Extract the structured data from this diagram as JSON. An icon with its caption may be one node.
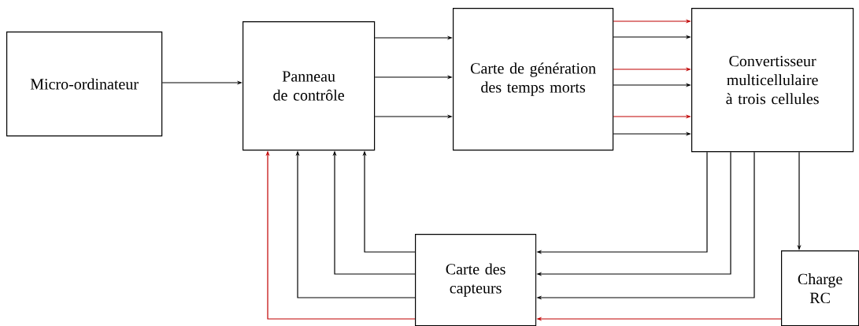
{
  "diagram": {
    "nodes": [
      {
        "text": [
          "Micro-ordinateur"
        ]
      },
      {
        "text": [
          "Panneau de contrôle"
        ]
      },
      {
        "text": [
          "Carte de génération des temps morts"
        ]
      },
      {
        "text": [
          "Convertisseur multicellulaire à trois cellules"
        ]
      },
      {
        "text": [
          "Carte des capteurs"
        ]
      },
      {
        "text": [
          "Charge RC"
        ]
      }
    ],
    "edges": [
      {
        "from": 0,
        "to": 1,
        "arrow": "to"
      },
      {
        "from": 1,
        "to": 2,
        "arrow": "to"
      },
      {
        "from": 1,
        "to": 2,
        "arrow": "to"
      },
      {
        "from": 1,
        "to": 2,
        "arrow": "to"
      },
      {
        "from": 2,
        "to": 3,
        "arrow": "to",
        "color": "#c00000"
      },
      {
        "from": 2,
        "to": 3,
        "arrow": "to"
      },
      {
        "from": 2,
        "to": 3,
        "arrow": "to",
        "color": "#c00000"
      },
      {
        "from": 2,
        "to": 3,
        "arrow": "to"
      },
      {
        "from": 2,
        "to": 3,
        "arrow": "to",
        "color": "#c00000"
      },
      {
        "from": 2,
        "to": 3,
        "arrow": "to"
      },
      {
        "from": 3,
        "to": 5,
        "arrow": "to"
      },
      {
        "from": 3,
        "to": 4,
        "arrow": "to"
      },
      {
        "from": 3,
        "to": 4,
        "arrow": "to"
      },
      {
        "from": 3,
        "to": 4,
        "arrow": "to"
      },
      {
        "from": 5,
        "to": 4,
        "arrow": "to",
        "color": "#c00000"
      },
      {
        "from": 4,
        "to": 1,
        "arrow": "to"
      },
      {
        "from": 4,
        "to": 1,
        "arrow": "to"
      },
      {
        "from": 4,
        "to": 1,
        "arrow": "to"
      },
      {
        "from": 4,
        "to": 1,
        "arrow": "to",
        "color": "#c00000"
      }
    ]
  }
}
